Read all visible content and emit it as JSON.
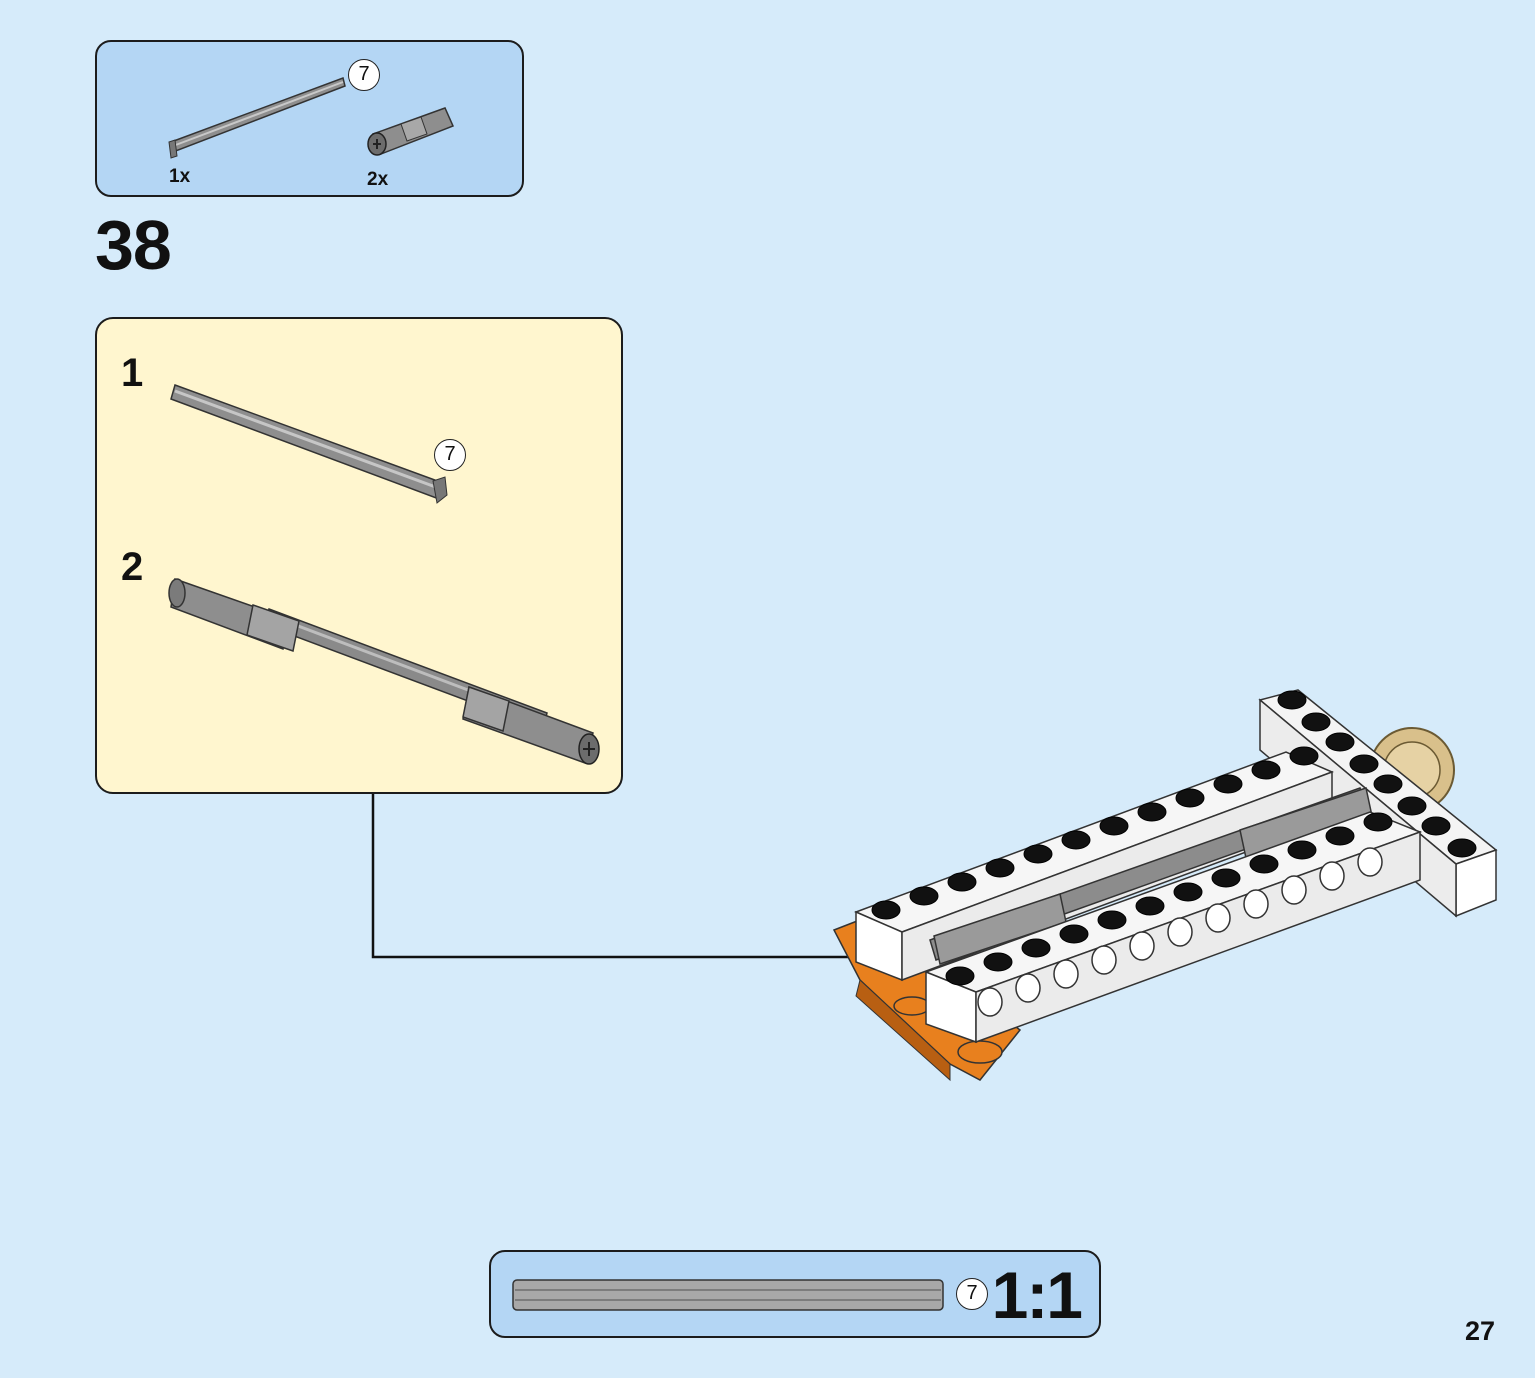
{
  "parts_list": {
    "items": [
      {
        "part": "axle-7",
        "length_badge": "7",
        "quantity": "1x"
      },
      {
        "part": "axle-connector",
        "quantity": "2x"
      }
    ]
  },
  "step": {
    "number": "38"
  },
  "sub_assembly": {
    "steps": [
      {
        "label": "1",
        "part": "axle-7",
        "length_badge": "7"
      },
      {
        "label": "2",
        "part": "axle-with-two-connectors"
      }
    ]
  },
  "scale_reference": {
    "length_badge": "7",
    "scale": "1:1"
  },
  "page": {
    "number": "27"
  },
  "colors": {
    "page_background": "#d6ebfa",
    "parts_box": "#b4d6f4",
    "sub_box": "#fff6cf",
    "axle_gray": "#8e8e8e",
    "beam_white": "#ffffff",
    "stud_black": "#111111",
    "plate_orange": "#e8801e",
    "gear_tan": "#d9c08b"
  }
}
